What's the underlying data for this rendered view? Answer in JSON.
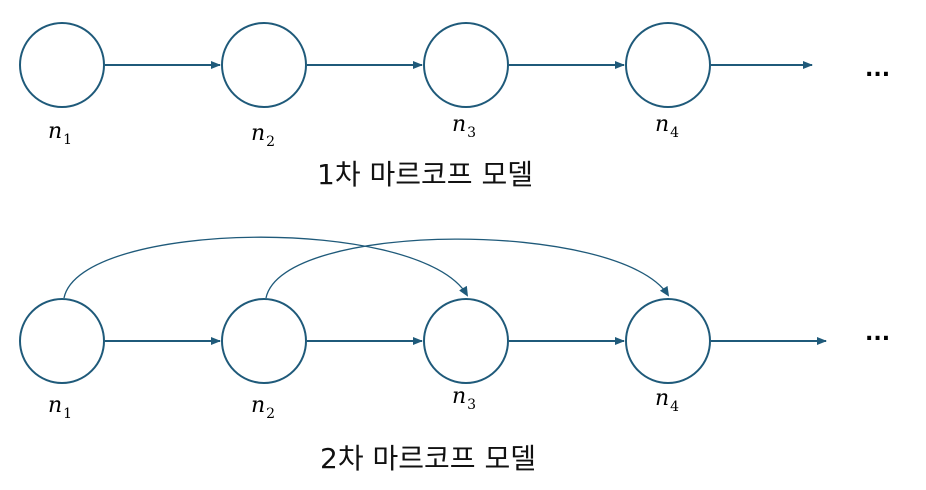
{
  "colors": {
    "stroke": "#1f5a7a",
    "text": "#000000"
  },
  "diagram1": {
    "caption": "1차 마르코프 모델",
    "ellipsis": "...",
    "nodes": [
      {
        "var": "n",
        "sub": "1"
      },
      {
        "var": "n",
        "sub": "2"
      },
      {
        "var": "n",
        "sub": "3"
      },
      {
        "var": "n",
        "sub": "4"
      }
    ]
  },
  "diagram2": {
    "caption": "2차 마르코프 모델",
    "ellipsis": "...",
    "nodes": [
      {
        "var": "n",
        "sub": "1"
      },
      {
        "var": "n",
        "sub": "2"
      },
      {
        "var": "n",
        "sub": "3"
      },
      {
        "var": "n",
        "sub": "4"
      }
    ]
  }
}
